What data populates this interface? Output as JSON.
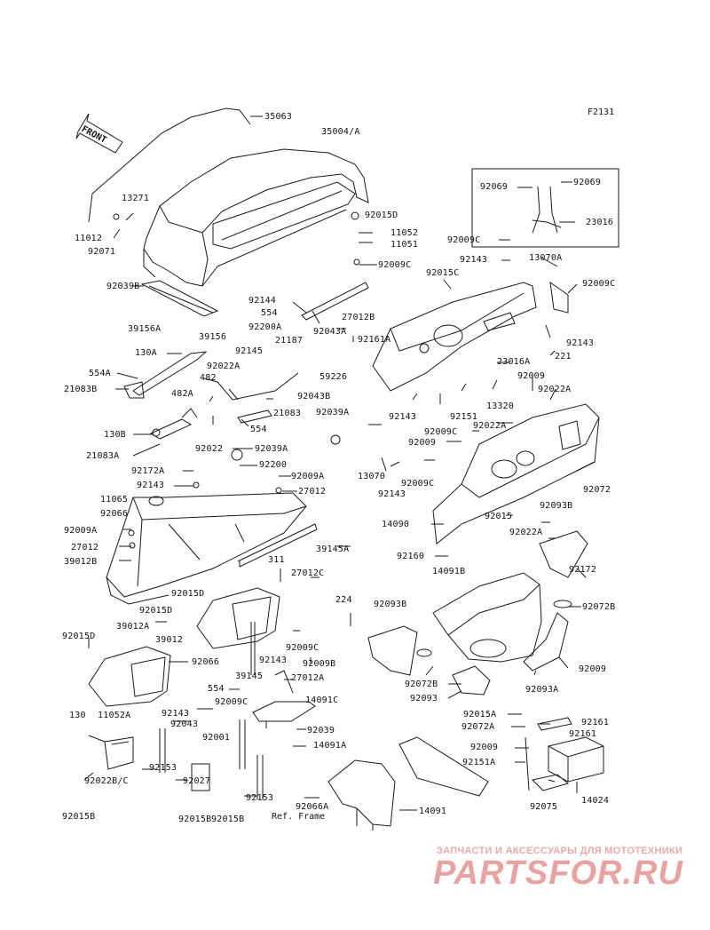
{
  "figure_id": "F2131",
  "front_arrow": "FRONT",
  "ref_frame": "Ref. Frame",
  "watermark": {
    "subtitle": "ЗАПЧАСТИ И АКСЕССУАРЫ ДЛЯ МОТОТЕХНИКИ",
    "brand": "PARTSFOR.RU"
  },
  "colors": {
    "line": "#1a1a1a",
    "watermark": "#e9a2a2",
    "background": "#ffffff"
  },
  "part_labels": [
    {
      "text": "35063"
    },
    {
      "text": "35004/A"
    },
    {
      "text": "13271"
    },
    {
      "text": "11012"
    },
    {
      "text": "92071"
    },
    {
      "text": "92039B"
    },
    {
      "text": "39156A"
    },
    {
      "text": "92015D"
    },
    {
      "text": "11052"
    },
    {
      "text": "11051"
    },
    {
      "text": "92009C"
    },
    {
      "text": "92144"
    },
    {
      "text": "554"
    },
    {
      "text": "92200A"
    },
    {
      "text": "27012B"
    },
    {
      "text": "92043A"
    },
    {
      "text": "92161A"
    },
    {
      "text": "39156"
    },
    {
      "text": "130A"
    },
    {
      "text": "92145"
    },
    {
      "text": "21187"
    },
    {
      "text": "554A"
    },
    {
      "text": "92022A"
    },
    {
      "text": "482"
    },
    {
      "text": "21083B"
    },
    {
      "text": "92043B"
    },
    {
      "text": "482A"
    },
    {
      "text": "21083"
    },
    {
      "text": "130B"
    },
    {
      "text": "554"
    },
    {
      "text": "21083A"
    },
    {
      "text": "92022"
    },
    {
      "text": "92039A"
    },
    {
      "text": "92172A"
    },
    {
      "text": "92200"
    },
    {
      "text": "92143"
    },
    {
      "text": "92009A"
    },
    {
      "text": "27012"
    },
    {
      "text": "11065"
    },
    {
      "text": "92066"
    },
    {
      "text": "92009A"
    },
    {
      "text": "27012"
    },
    {
      "text": "39012B"
    },
    {
      "text": "39145A"
    },
    {
      "text": "311"
    },
    {
      "text": "27012C"
    },
    {
      "text": "224"
    },
    {
      "text": "92015D"
    },
    {
      "text": "92015D"
    },
    {
      "text": "39012A"
    },
    {
      "text": "92015D"
    },
    {
      "text": "39012"
    },
    {
      "text": "92066"
    },
    {
      "text": "92009C"
    },
    {
      "text": "92009B"
    },
    {
      "text": "92143"
    },
    {
      "text": "39145"
    },
    {
      "text": "27012A"
    },
    {
      "text": "554"
    },
    {
      "text": "92143"
    },
    {
      "text": "92009C"
    },
    {
      "text": "14091C"
    },
    {
      "text": "92043"
    },
    {
      "text": "92001"
    },
    {
      "text": "92039"
    },
    {
      "text": "14091A"
    },
    {
      "text": "130"
    },
    {
      "text": "11052A"
    },
    {
      "text": "92153"
    },
    {
      "text": "92022B/C"
    },
    {
      "text": "92027"
    },
    {
      "text": "92153"
    },
    {
      "text": "92015B"
    },
    {
      "text": "92015B"
    },
    {
      "text": "92015B"
    },
    {
      "text": "92066A"
    },
    {
      "text": "14091"
    },
    {
      "text": "92069"
    },
    {
      "text": "92069"
    },
    {
      "text": "23016"
    },
    {
      "text": "92009C"
    },
    {
      "text": "92143"
    },
    {
      "text": "13070A"
    },
    {
      "text": "92015C"
    },
    {
      "text": "92009C"
    },
    {
      "text": "92143"
    },
    {
      "text": "221"
    },
    {
      "text": "59226"
    },
    {
      "text": "23016A"
    },
    {
      "text": "92009"
    },
    {
      "text": "92022A"
    },
    {
      "text": "13320"
    },
    {
      "text": "92143"
    },
    {
      "text": "92151"
    },
    {
      "text": "92039A"
    },
    {
      "text": "92009C"
    },
    {
      "text": "92022A"
    },
    {
      "text": "92009"
    },
    {
      "text": "13070"
    },
    {
      "text": "92143"
    },
    {
      "text": "92009C"
    },
    {
      "text": "92072"
    },
    {
      "text": "14090"
    },
    {
      "text": "92015"
    },
    {
      "text": "92093B"
    },
    {
      "text": "92022A"
    },
    {
      "text": "92160"
    },
    {
      "text": "92172"
    },
    {
      "text": "14091B"
    },
    {
      "text": "92093B"
    },
    {
      "text": "92072B"
    },
    {
      "text": "92009"
    },
    {
      "text": "92093A"
    },
    {
      "text": "92072B"
    },
    {
      "text": "92093"
    },
    {
      "text": "92015A"
    },
    {
      "text": "92161"
    },
    {
      "text": "92072A"
    },
    {
      "text": "92161"
    },
    {
      "text": "92009"
    },
    {
      "text": "92151A"
    },
    {
      "text": "92075"
    },
    {
      "text": "14024"
    }
  ]
}
